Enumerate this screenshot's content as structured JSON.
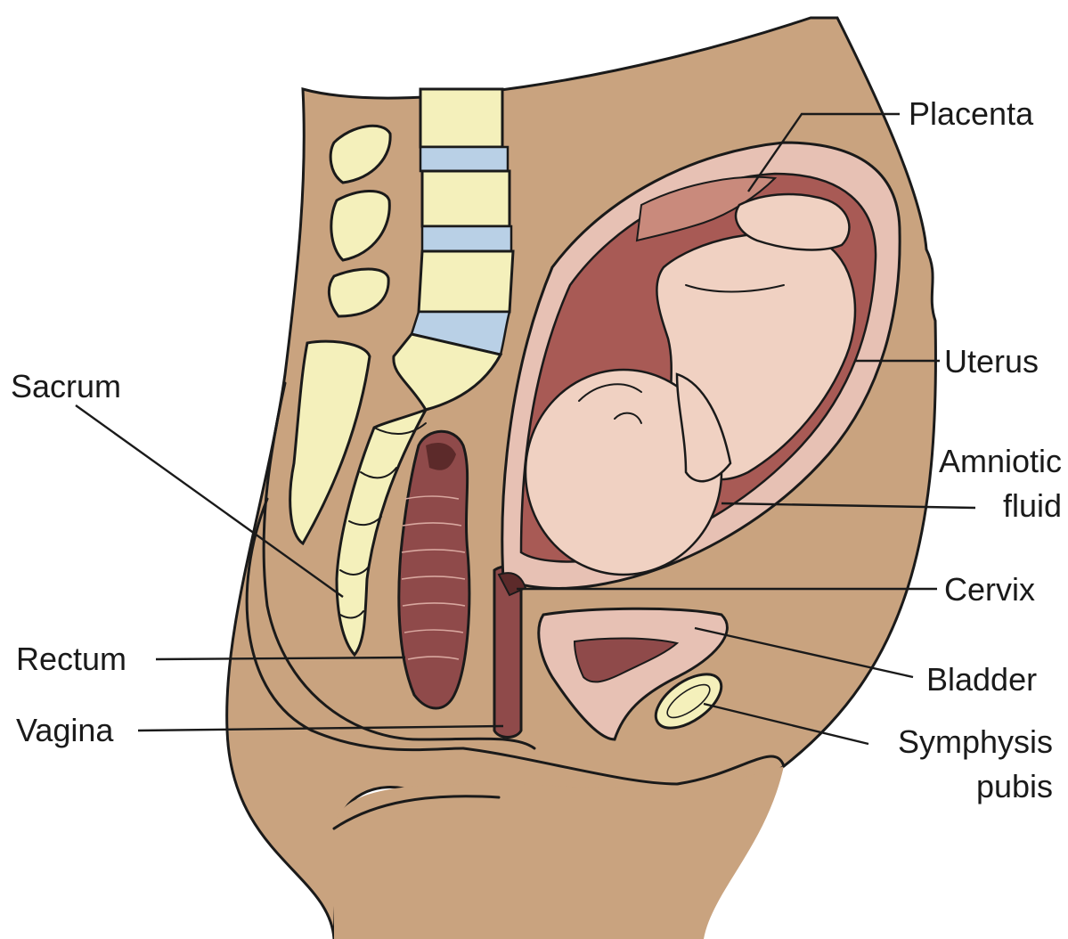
{
  "labels": {
    "placenta": "Placenta",
    "uterus": "Uterus",
    "amniotic_1": "Amniotic",
    "amniotic_2": "fluid",
    "cervix": "Cervix",
    "bladder": "Bladder",
    "symphysis_1": "Symphysis",
    "symphysis_2": "pubis",
    "sacrum": "Sacrum",
    "rectum": "Rectum",
    "vagina": "Vagina"
  },
  "colors": {
    "skin": "#c9a37f",
    "bone": "#f4f0bb",
    "disc": "#b9d0e6",
    "muscle": "#8f4a4a",
    "uterus_wall": "#e7c1b4",
    "fetus": "#f0d1c2",
    "fluid": "#a85a55",
    "outline": "#1a1a1a"
  }
}
